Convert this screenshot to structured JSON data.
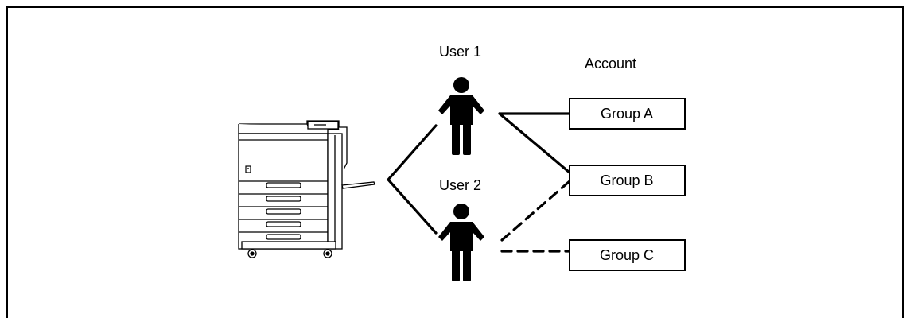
{
  "users": [
    {
      "label": "User 1"
    },
    {
      "label": "User 2"
    }
  ],
  "account": {
    "heading": "Account",
    "groups": [
      {
        "label": "Group A"
      },
      {
        "label": "Group B"
      },
      {
        "label": "Group C"
      }
    ]
  },
  "links": [
    {
      "from": "User 1",
      "to": "Group A",
      "style": "solid"
    },
    {
      "from": "User 1",
      "to": "Group B",
      "style": "solid"
    },
    {
      "from": "User 2",
      "to": "Group B",
      "style": "dashed"
    },
    {
      "from": "User 2",
      "to": "Group C",
      "style": "dashed"
    }
  ],
  "colors": {
    "ink": "#000000",
    "paper": "#ffffff"
  },
  "icons": {
    "device": "multifunction-printer-icon",
    "person": "person-icon"
  }
}
